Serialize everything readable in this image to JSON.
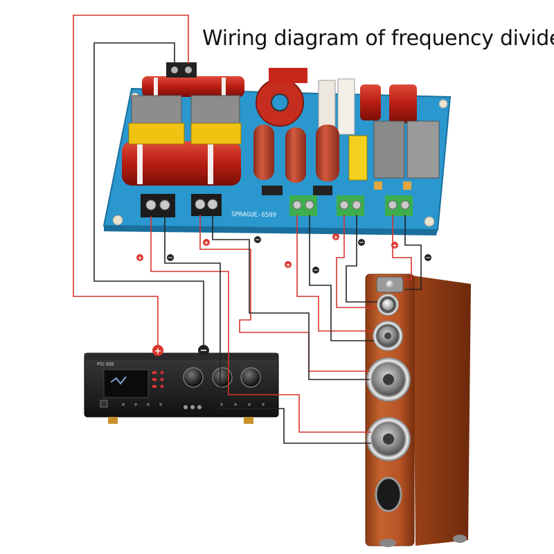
{
  "title": "Wiring diagram of frequency divider",
  "board": {
    "silkscreen_model": "SPRAGUE-6509"
  },
  "polarity": {
    "positive": "+",
    "negative": "−"
  },
  "amplifier": {
    "model": "PG-308"
  },
  "colors": {
    "wire_positive": "#d9332b",
    "wire_negative": "#222222",
    "pcb": "#2a97cf",
    "inductor": "#c0241c",
    "capacitor": "#c2402e",
    "cabinet": "#b3552a"
  },
  "icons": [
    "crossover-board",
    "amplifier",
    "tower-speaker",
    "tweeter",
    "midrange-driver",
    "woofer",
    "bass-port"
  ]
}
